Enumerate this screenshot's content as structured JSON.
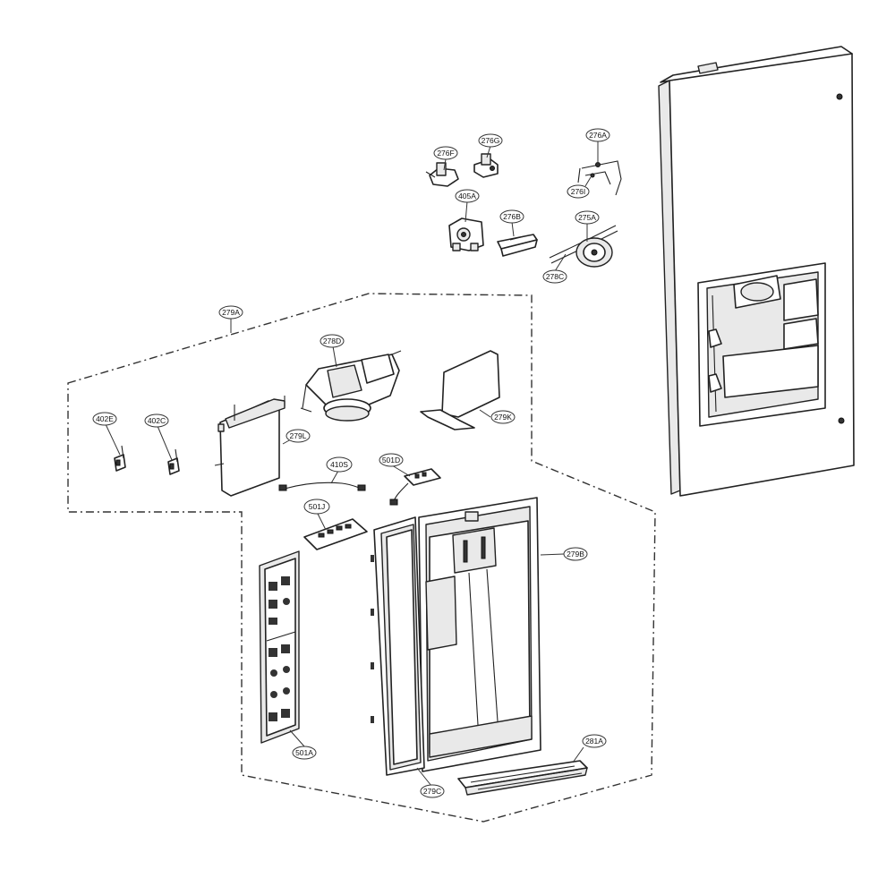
{
  "callouts": {
    "c276F": "276F",
    "c276G": "276G",
    "c276A": "276A",
    "c276I": "276I",
    "c405A": "405A",
    "c276B": "276B",
    "c275A": "275A",
    "c278C": "278C",
    "c279A": "279A",
    "c278D": "278D",
    "c402E": "402E",
    "c402C": "402C",
    "c279L": "279L",
    "c279K": "279K",
    "c410S": "410S",
    "c501D": "501D",
    "c501J": "501J",
    "c279B": "279B",
    "c501A": "501A",
    "c281A": "281A",
    "c279C": "279C"
  }
}
